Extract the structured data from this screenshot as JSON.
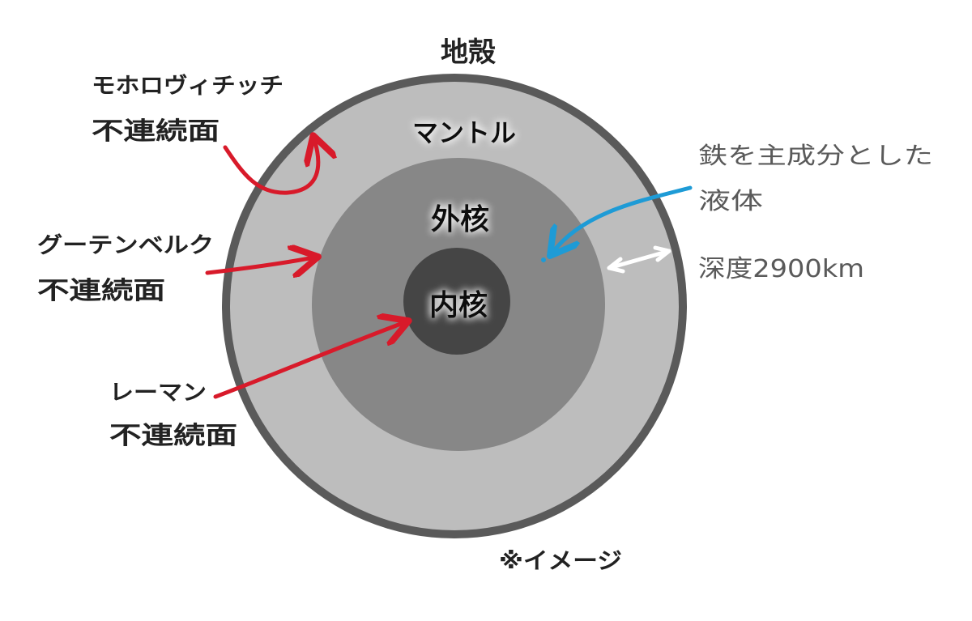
{
  "layers": {
    "crust": "地殻",
    "mantle": "マントル",
    "outer_core": "外核",
    "inner_core": "内核"
  },
  "annotations": {
    "mohorovicic_line1": "モホロヴィチッチ",
    "mohorovicic_line2": "不連続面",
    "gutenberg_line1": "グーテンベルク",
    "gutenberg_line2": "不連続面",
    "lehmann_line1": "レーマン",
    "lehmann_line2": "不連続面",
    "outer_core_note_line1": "鉄を主成分とした",
    "outer_core_note_line2": "液体",
    "depth": "深度2900km"
  },
  "footnote": "※イメージ",
  "colors": {
    "crust": "#5a5a5a",
    "mantle": "#bdbdbd",
    "outer_core": "#878787",
    "inner_core": "#454545",
    "red_arrow": "#d81a2a",
    "blue_arrow": "#1e9bd6",
    "white_arrow": "#ffffff"
  }
}
